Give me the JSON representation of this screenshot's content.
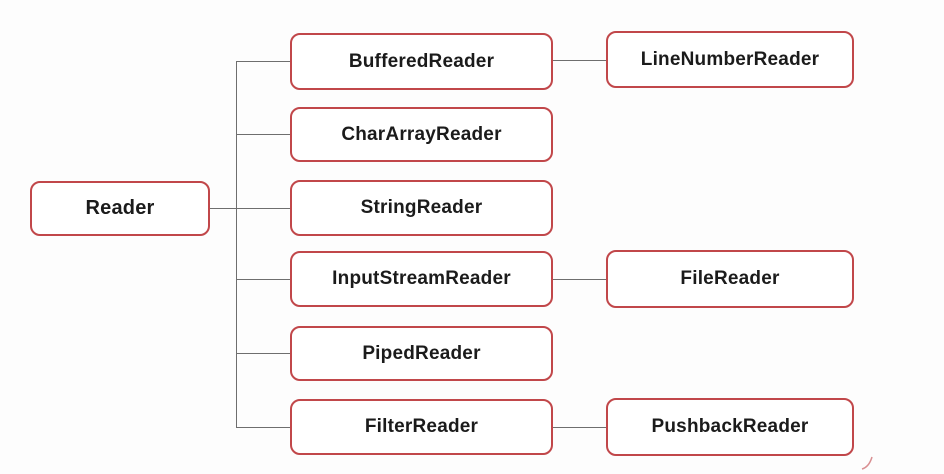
{
  "diagram": {
    "kind": "class-hierarchy",
    "colors": {
      "box_border": "#c1474a",
      "connector_line": "#6e6e6e",
      "label_text": "#1b1b1b",
      "background": "#fdfdfd"
    },
    "root": {
      "label": "Reader"
    },
    "children": [
      {
        "label": "BufferedReader"
      },
      {
        "label": "CharArrayReader"
      },
      {
        "label": "StringReader"
      },
      {
        "label": "InputStreamReader"
      },
      {
        "label": "PipedReader"
      },
      {
        "label": "FilterReader"
      }
    ],
    "grandchildren": [
      {
        "label": "LineNumberReader",
        "parent": "BufferedReader"
      },
      {
        "label": "FileReader",
        "parent": "InputStreamReader"
      },
      {
        "label": "PushbackReader",
        "parent": "FilterReader"
      }
    ]
  }
}
